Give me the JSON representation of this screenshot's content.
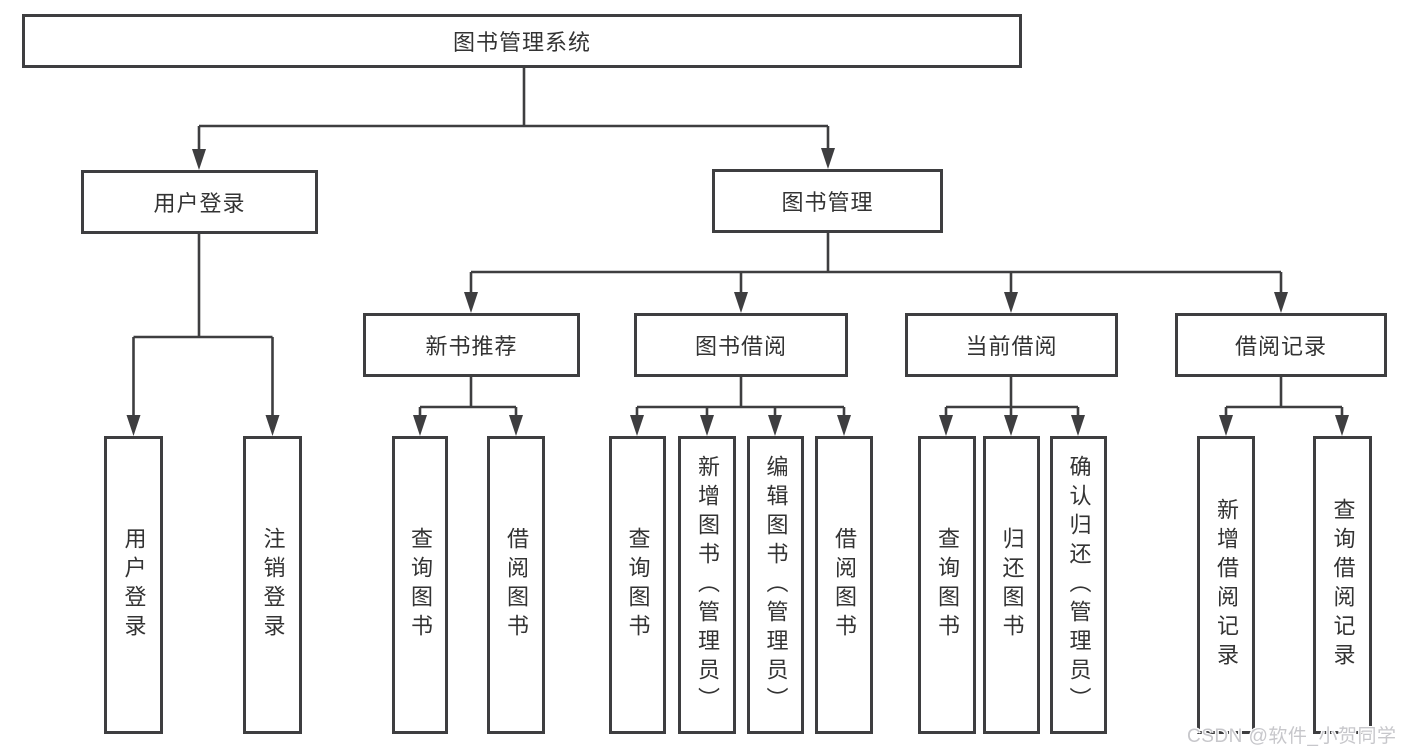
{
  "title": "图书管理系统",
  "level1": {
    "user_login": "用户登录",
    "book_management": "图书管理"
  },
  "level2": {
    "new_book_recommend": "新书推荐",
    "book_borrow": "图书借阅",
    "current_borrow": "当前借阅",
    "borrow_records": "借阅记录"
  },
  "leaves": {
    "user_login": [
      "用户登录",
      "注销登录"
    ],
    "new_book_recommend": [
      "查询图书",
      "借阅图书"
    ],
    "book_borrow": [
      "查询图书",
      "新增图书（管理员）",
      "编辑图书（管理员）",
      "借阅图书"
    ],
    "current_borrow": [
      "查询图书",
      "归还图书",
      "确认归还（管理员）"
    ],
    "borrow_records": [
      "新增借阅记录",
      "查询借阅记录"
    ]
  },
  "watermark": "CSDN @软件_小贺同学",
  "colors": {
    "line": "#3e3e40",
    "text": "#333333",
    "watermark": "#c7c7cb",
    "background": "#ffffff"
  }
}
